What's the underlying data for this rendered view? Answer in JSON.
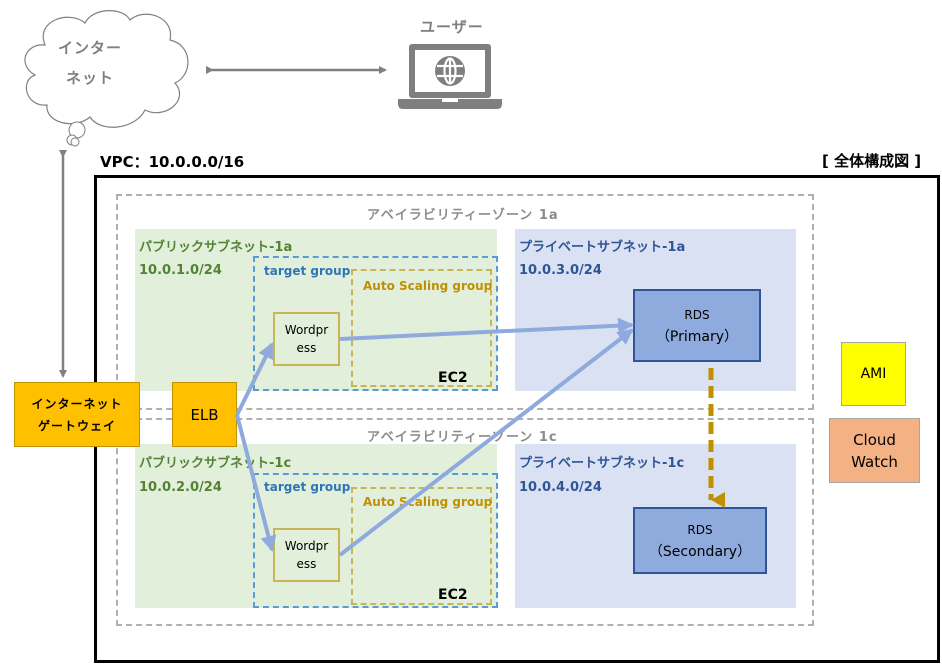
{
  "title": "[ 全体構成図 ]",
  "internet": {
    "line1": "インター",
    "line2": "ネット"
  },
  "user": {
    "label": "ユーザー",
    "icon": "laptop-globe-icon"
  },
  "vpc": {
    "label": "VPC：10.0.0.0/16"
  },
  "availability_zones": [
    {
      "label": "アベイラビリティーゾーン 1a"
    },
    {
      "label": "アベイラビリティーゾーン 1c"
    }
  ],
  "public_subnets": [
    {
      "name": "パブリックサブネット-1a",
      "cidr": "10.0.1.0/24"
    },
    {
      "name": "パブリックサブネット-1c",
      "cidr": "10.0.2.0/24"
    }
  ],
  "private_subnets": [
    {
      "name": "プライベートサブネット-1a",
      "cidr": "10.0.3.0/24"
    },
    {
      "name": "プライベートサブネット-1c",
      "cidr": "10.0.4.0/24"
    }
  ],
  "target_group": {
    "label": "target group"
  },
  "auto_scaling_group": {
    "label": "Auto Scaling group"
  },
  "ec2": {
    "label": "EC2"
  },
  "wordpress": {
    "line1": "Wordpr",
    "line2": "ess"
  },
  "rds_primary": {
    "line1": "RDS",
    "line2": "（Primary）"
  },
  "rds_secondary": {
    "line1": "RDS",
    "line2": "（Secondary）"
  },
  "igw": {
    "line1": "インターネット",
    "line2": "ゲートウェイ"
  },
  "elb": {
    "label": "ELB"
  },
  "ami": {
    "label": "AMI"
  },
  "cloudwatch": {
    "line1": "Cloud",
    "line2": "Watch"
  },
  "colors": {
    "arrow_blue": "#8faadc",
    "replication_gold": "#bf9000",
    "gray_arrow": "#808080"
  }
}
